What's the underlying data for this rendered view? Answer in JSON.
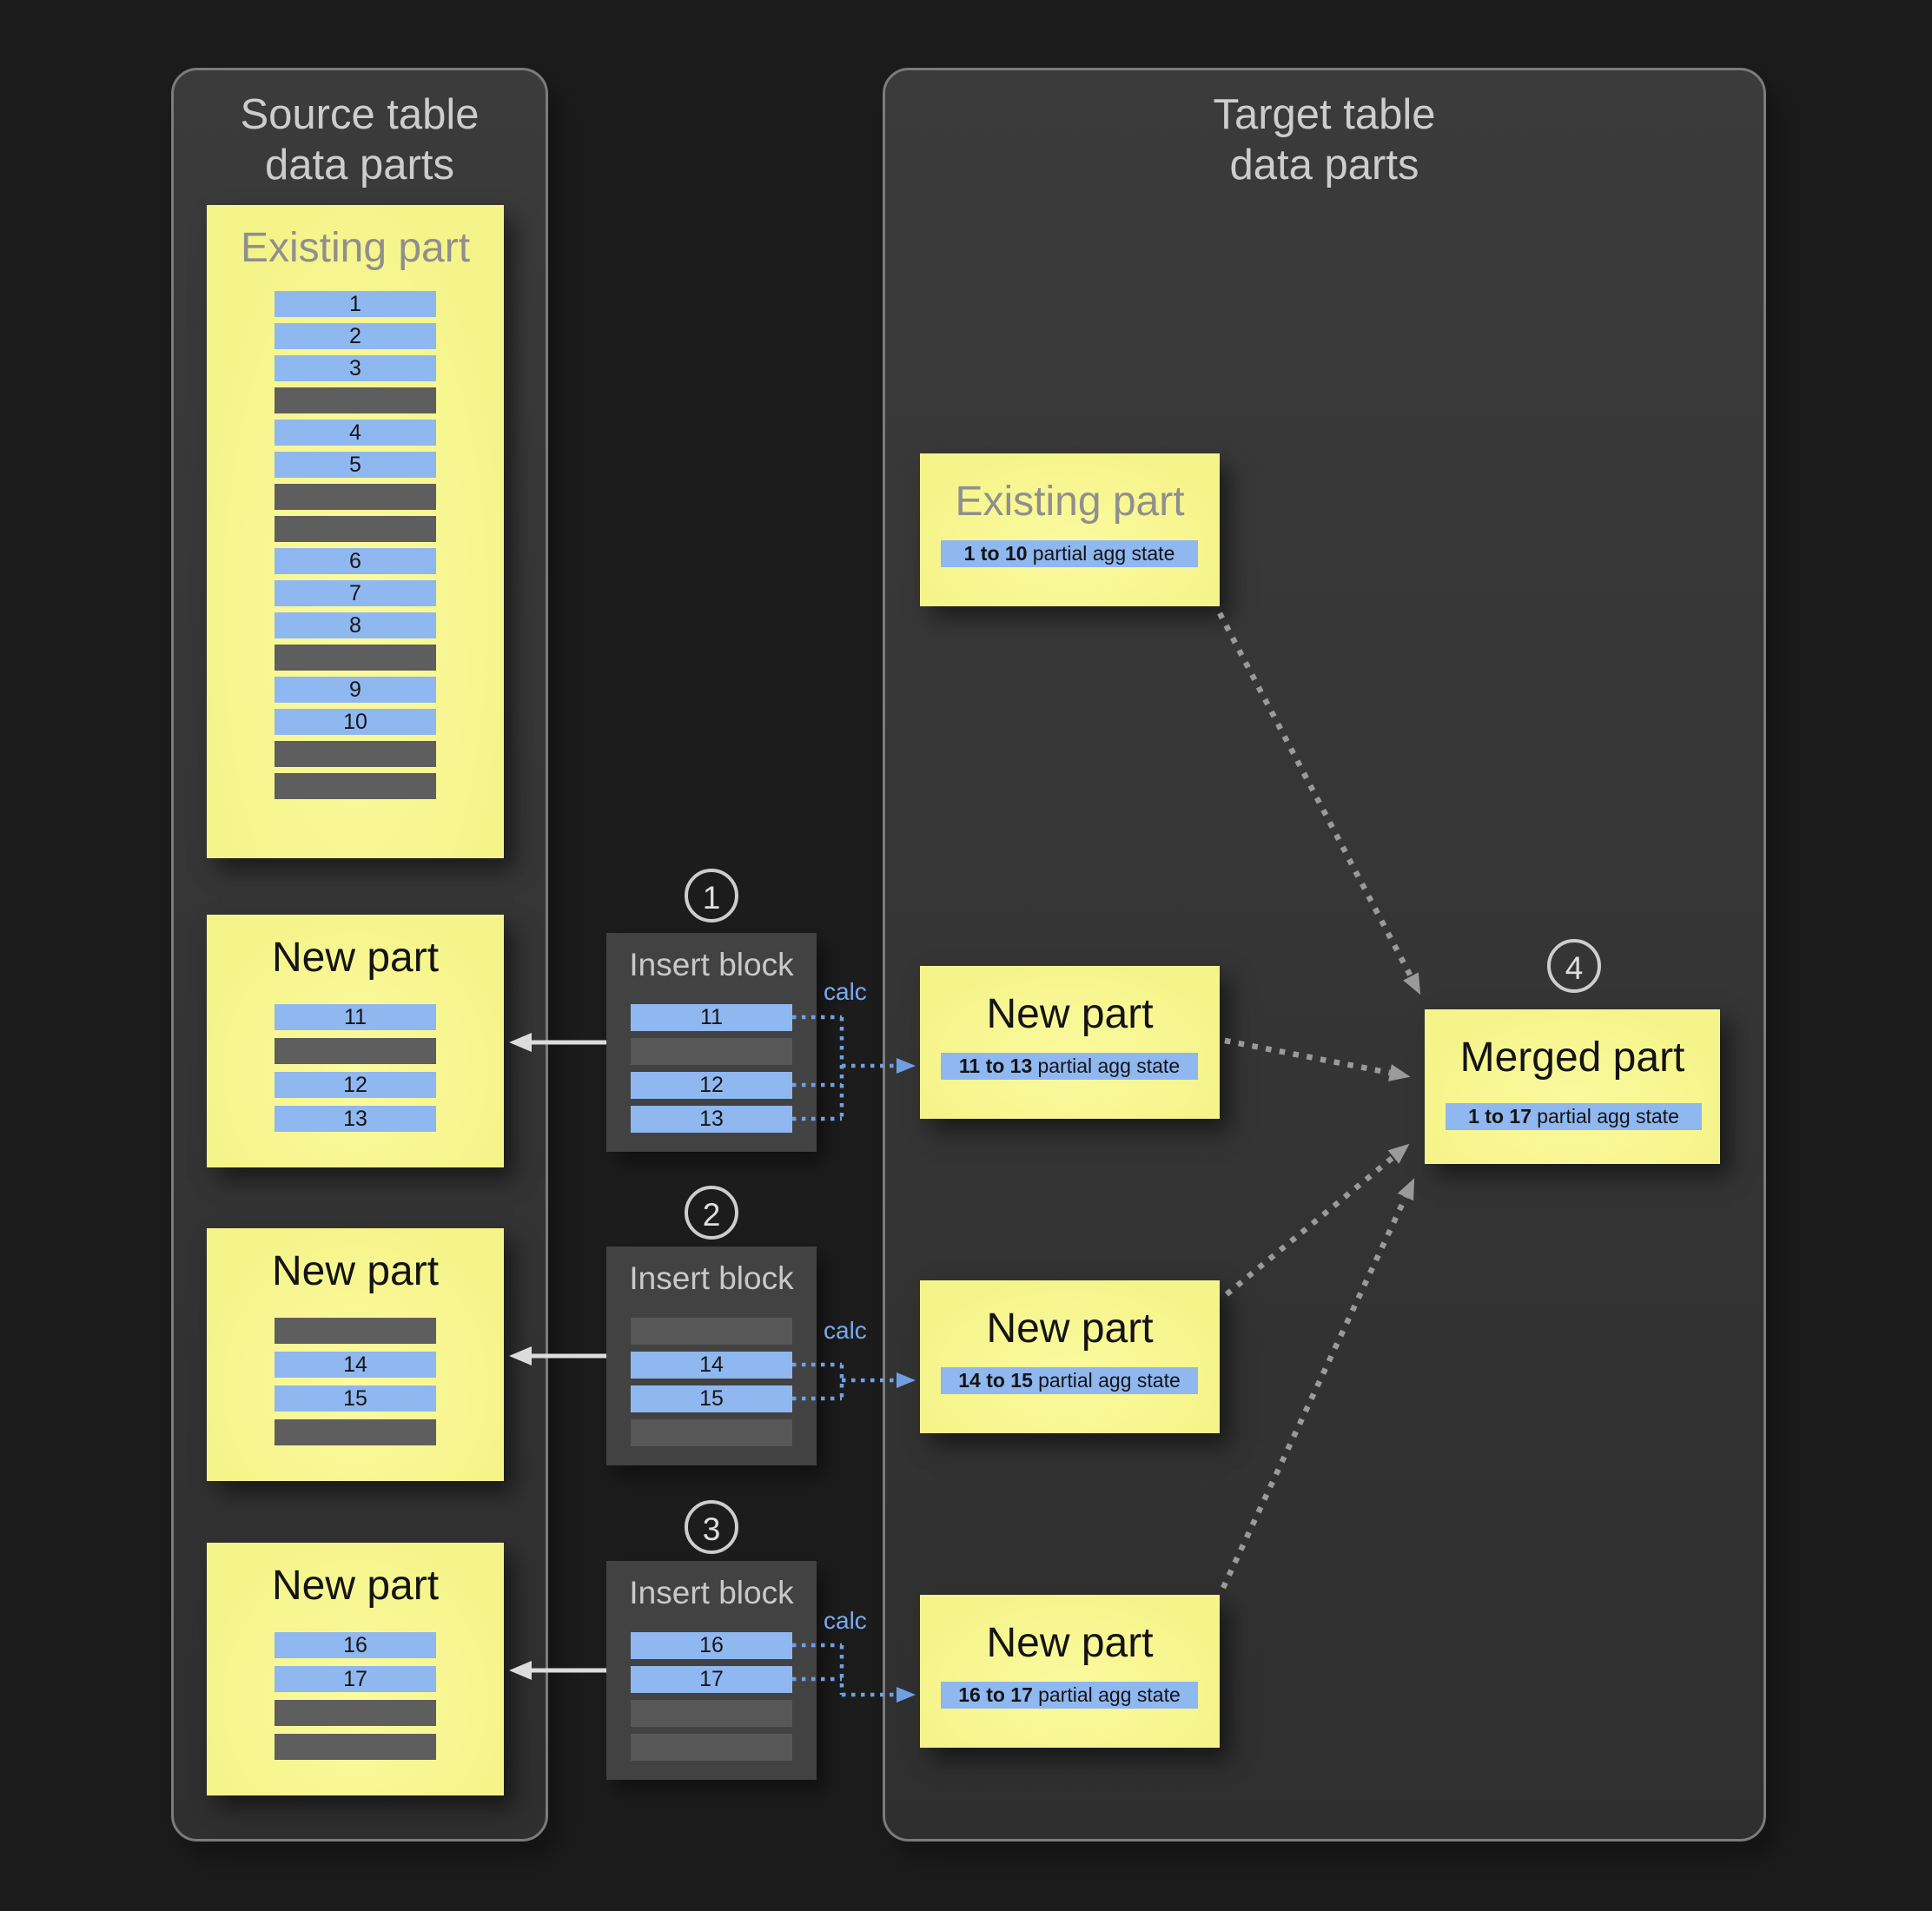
{
  "colors": {
    "background": "#1c1c1c",
    "panel_fill": "#363636",
    "panel_border": "#7b7b7b",
    "part_yellow": "#f6f58d",
    "row_blue": "#8fb7f0",
    "row_gray": "#5e5e5e",
    "insert_block_fill": "#424242",
    "muted_title_gray": "#8f8f8f",
    "light_text": "#cdcdcd",
    "calc_blue": "#79aaee",
    "arrow_white": "#dcdcdc",
    "arrow_gray": "#9a9a9a",
    "arrow_blue": "#6f9fe2"
  },
  "source_panel": {
    "title_line1": "Source table",
    "title_line2": "data parts",
    "existing_part": {
      "title": "Existing part",
      "rows": [
        "1",
        "2",
        "3",
        null,
        "4",
        "5",
        null,
        null,
        "6",
        "7",
        "8",
        null,
        "9",
        "10",
        null,
        null
      ]
    },
    "new_parts": [
      {
        "title": "New part",
        "rows": [
          "11",
          null,
          "12",
          "13"
        ]
      },
      {
        "title": "New part",
        "rows": [
          null,
          "14",
          "15",
          null
        ]
      },
      {
        "title": "New part",
        "rows": [
          "16",
          "17",
          null,
          null
        ]
      }
    ]
  },
  "insert_blocks": [
    {
      "step": "1",
      "title": "Insert block",
      "calc_label": "calc",
      "rows": [
        "11",
        null,
        "12",
        "13"
      ]
    },
    {
      "step": "2",
      "title": "Insert block",
      "calc_label": "calc",
      "rows": [
        null,
        "14",
        "15",
        null
      ]
    },
    {
      "step": "3",
      "title": "Insert block",
      "calc_label": "calc",
      "rows": [
        "16",
        "17",
        null,
        null
      ]
    }
  ],
  "target_panel": {
    "title_line1": "Target table",
    "title_line2": "data parts",
    "existing_part": {
      "title": "Existing part",
      "agg_range": "1 to 10",
      "agg_text": "partial agg state"
    },
    "new_parts": [
      {
        "title": "New part",
        "agg_range": "11 to 13",
        "agg_text": "partial agg state"
      },
      {
        "title": "New part",
        "agg_range": "14 to 15",
        "agg_text": "partial agg state"
      },
      {
        "title": "New part",
        "agg_range": "16 to 17",
        "agg_text": "partial agg state"
      }
    ],
    "merged_part": {
      "step": "4",
      "title": "Merged part",
      "agg_range": "1 to 17",
      "agg_text": "partial agg state"
    }
  }
}
